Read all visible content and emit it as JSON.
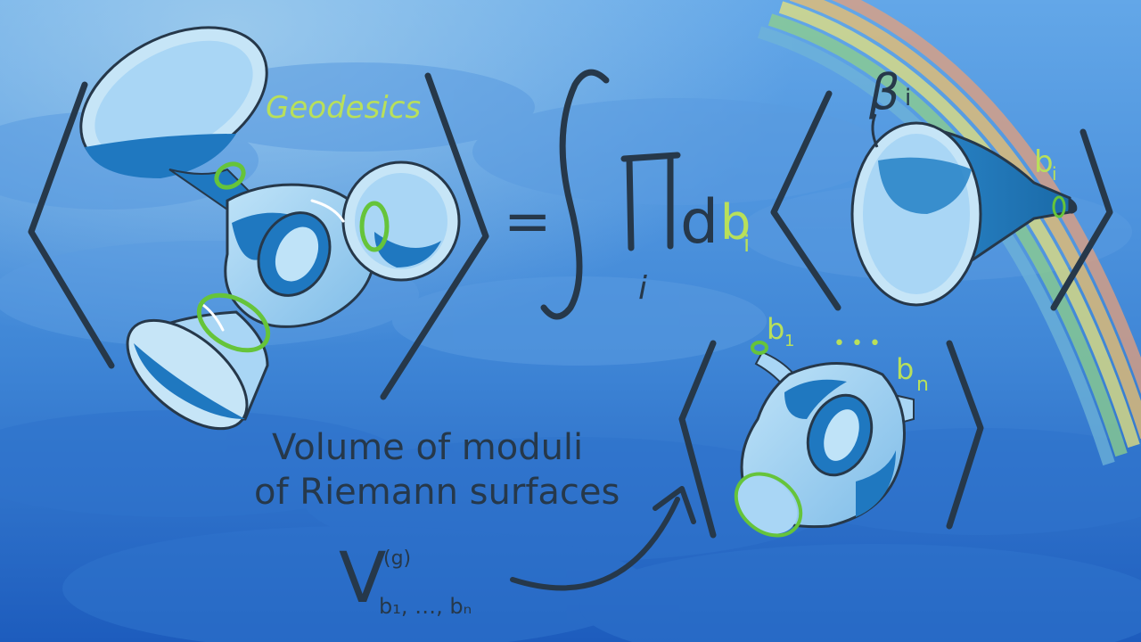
{
  "labels": {
    "geodesics": "Geodesics",
    "beta_i": "β",
    "beta_sub": "i",
    "b_i_sub": "b",
    "b_i_subsub": "i",
    "product_index": "i",
    "differential_d": "d",
    "differential_b": "b",
    "differential_sub": "i",
    "b1_base": "b",
    "b1_sub": "1",
    "bn_base": "b",
    "bn_sub": "n",
    "dots": "• • •",
    "volume_line1": "Volume of moduli",
    "volume_line2": "of Riemann surfaces",
    "V_base": "V",
    "V_sup": "(g)",
    "V_sub": "b₁, …, bₙ",
    "equals": "="
  },
  "colors": {
    "sky_top": "#5aa0e6",
    "sky_bottom": "#1f5fc0",
    "ink": "#26384a",
    "geodesic_green": "#66c43a",
    "label_lime": "#b9e05a",
    "surface_light": "#a9d6f5",
    "surface_dark": "#1f78c0"
  }
}
